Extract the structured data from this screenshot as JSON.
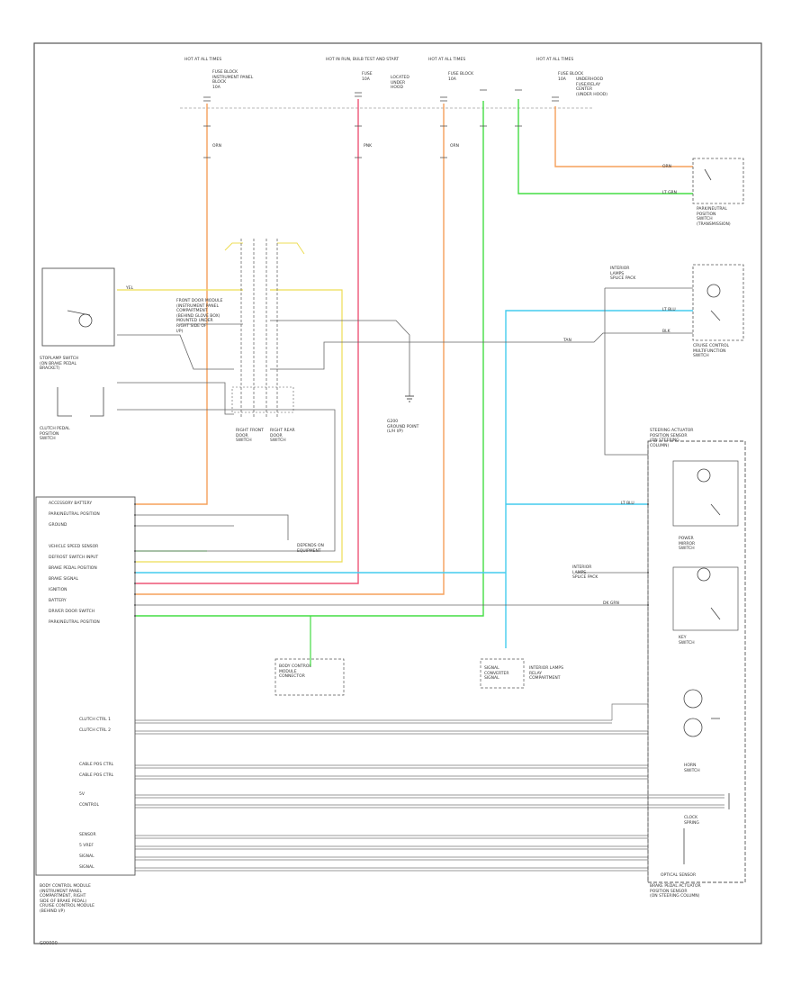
{
  "diagram": {
    "frame_id": "G00000",
    "fuse_blocks": [
      {
        "title": "HOT AT ALL TIMES",
        "sub": "FUSE BLOCK\nINSTRUMENT PANEL\nBLOCK\n10A"
      },
      {
        "title": "HOT IN RUN, BULB TEST AND START",
        "sub": "FUSE\n10A"
      },
      {
        "title": "HOT AT ALL TIMES",
        "sub": "FUSE BLOCK\n10A"
      },
      {
        "title": "HOT AT ALL TIMES",
        "sub": "FUSE BLOCK\n10A"
      }
    ],
    "header_notes": [
      "LOCATED\nUNDER\nHOOD",
      "UNDERHOOD\nFUSE/RELAY\nCENTER\n(UNDER HOOD)"
    ],
    "wire_labels": {
      "orange": "ORN",
      "pink": "PNK",
      "light_green": "LT GRN",
      "light_blue": "LT BLU",
      "black": "BLK",
      "yellow": "YEL",
      "dark_green": "DK GRN",
      "tan": "TAN"
    },
    "components": {
      "brake_switch": "STOPLAMP SWITCH\n(ON BRAKE PEDAL\nBRACKET)",
      "park_switch": "PARK/NEUTRAL\nPOSITION\nSWITCH\n(TRANSMISSION)",
      "cruise_switch": "CRUISE CONTROL\nMULTIFUNCTION\nSWITCH",
      "clutch_switch": "CLUTCH PEDAL\nPOSITION\nSWITCH",
      "ground_g": "G200\nGROUND POINT\n(L/H I/P)",
      "left_switch": "RIGHT FRONT\nDOOR\nSWITCH",
      "right_switch": "RIGHT REAR\nDOOR\nSWITCH",
      "front_module": "FRONT DOOR MODULE\n(INSTRUMENT PANEL\nCOMPARTMENT\n(BEHIND GLOVE BOX)\nMOUNTED UNDER\nRIGHT SIDE OF\nI/P)",
      "actuator": "STEERING ACTUATOR\nPOSITION SENSOR\n(ON STEERING\nCOLUMN)",
      "optical": "OPTICAL SENSOR",
      "splice_1": "INTERIOR\nLAMPS\nSPLICE PACK",
      "splice_2": "INTERIOR\nLAMPS\nSPLICE PACK",
      "brake_sub": "DEPENDS ON\nEQUIPMENT",
      "mirror_switch": "POWER\nMIRROR\nSWITCH",
      "key_switch": "KEY\nSWITCH",
      "horn": "HORN\nSWITCH",
      "clock": "CLOCK\nSPRING",
      "connector_a": "BODY CONTROL\nMODULE\nCONNECTOR",
      "connector_b": "SIGNAL\nCONVERTER\nSIGNAL",
      "pinout_label": "INTERIOR LAMPS\nRELAY\nCOMPARTMENT"
    },
    "module_pins": [
      "ACCESSORY BATTERY",
      "PARK/NEUTRAL POSITION",
      "GROUND",
      "",
      "VEHICLE SPEED SENSOR",
      "DEFROST SWITCH INPUT",
      "BRAKE PEDAL POSITION",
      "BRAKE SIGNAL",
      "IGNITION",
      "BATTERY",
      "DRIVER DOOR SWITCH",
      "PARK/NEUTRAL POSITION"
    ],
    "bus_pins": [
      "CLUTCH CTRL 1",
      "CLUTCH CTRL 2",
      "",
      "CABLE POS CTRL",
      "CABLE POS CTRL",
      "",
      "5V",
      "CONTROL",
      "",
      "SENSOR",
      "5 VREF",
      "SIGNAL",
      "SIGNAL"
    ],
    "module_caption": "BODY CONTROL MODULE\n(INSTRUMENT PANEL\nCOMPARTMENT, RIGHT\nSIDE OF BRAKE PEDAL)\nCRUISE CONTROL MODULE\n(BEHIND I/P)",
    "actuator_caption": "BRAKE PEDAL ACTUATOR\nPOSITION SENSOR\n(ON STEERING COLUMN)",
    "colors": {
      "frame": "#555555",
      "orange": "#f5a05a",
      "pink": "#ee5577",
      "green": "#44dd44",
      "blue": "#44ccee",
      "yellow": "#eedd55",
      "black": "#333333",
      "gray": "#888888"
    }
  }
}
